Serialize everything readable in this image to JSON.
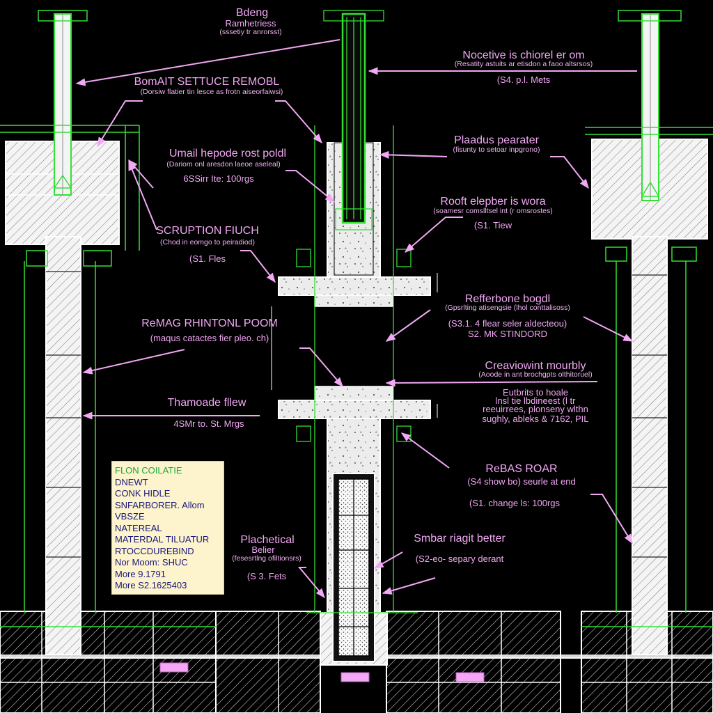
{
  "labels": {
    "top_center_title": "Bdeng",
    "top_center_title2": "Ramhetriess",
    "top_center_sub": "(sssetiy tr anrorsst)",
    "right_top_title": "Nocetive is chiorel er om",
    "right_top_sub": "(Resatity astuits ar etisdon a faoo altsrsos)",
    "right_top_value": "(S4. p.l. Mets",
    "left_top_title": "BomAIT SETTUCE REMOBL",
    "left_top_sub": "(Dorsiw flatier tin lesce as frotn aiseorfaiwsi)",
    "umail_title": "Umail hepode rost poldl",
    "umail_sub": "(Dariom onl aresdon laeoe aseleal)",
    "umail_value": "6SSirr Ite: 100rgs",
    "plaadus_title": "Plaadus pearater",
    "plaadus_sub": "(fisunty to setoar inpgrono)",
    "rooft_title": "Rooft elepber is wora",
    "rooft_sub": "(soamesr comslltsel int (r omsrostes)",
    "rooft_value": "(S1. Tiew",
    "scruption_title": "SCRUPTION FIUCH",
    "scruption_sub": "(Chod in eomgo to peiradiod)",
    "scruption_value": "(S1. Fles",
    "refferbone_title": "Refferbone bogdl",
    "refferbone_sub": "(Gpsrlting atisengsie (lhol conttalisoss)",
    "refferbone_value1": "(S3.1. 4 flear seler aldecteou)",
    "refferbone_value2": "S2. MK STINDORD",
    "remag_title": "ReMAG RHINTONL POOM",
    "remag_sub": "(maqus catactes fier pleo. ch)",
    "crea_title": "Creaviowint mourbly",
    "crea_sub": "(Aoode in ant brochgpts olthitoruel)",
    "thamo_title": "Thamoade fllew",
    "thamo_value": "4SMr to. St. Mrgs",
    "eutbrits_line1": "Eutbrits to hoale",
    "eutbrits_line2": "lnsl tie lbdineest (l tr",
    "eutbrits_line3": "reeuirrees, plonseny wlthn",
    "eutbrits_line4": "sughly, ableks & 7162, PIL",
    "rebas_title": "ReBAS ROAR",
    "rebas_value1": "(S4 show bo) seurle at end",
    "rebas_value2": "(S1. change ls: 100rgs",
    "plach_title": "Plachetical",
    "plach_title2": "Belier",
    "plach_sub": "(fesesrtlng ofiltionsrs)",
    "plach_value": "(S 3. Fets",
    "smbar_title": "Smbar riagit better",
    "smbar_value": "(S2-eo- separy derant"
  },
  "legend": {
    "title": "FLON COILATIE",
    "items": [
      "DNEWT",
      "CONK HIDLE",
      "SNFARBORER. Allom",
      "VBSZE",
      "NATEREAL",
      "MATERDAL TILUATUR",
      "RTOCCDUREBIND",
      "Nor Moom: SHUC",
      "More 9.1791",
      "More S2.1625403"
    ]
  },
  "colors": {
    "background": "#000000",
    "structure_line": "#ffffff",
    "accent_green": "#33e033",
    "annotation_pink": "#f2a8f4",
    "tag_fill": "#f4a6f4",
    "legend_bg": "#fdf3cc",
    "legend_text": "#18187a"
  }
}
